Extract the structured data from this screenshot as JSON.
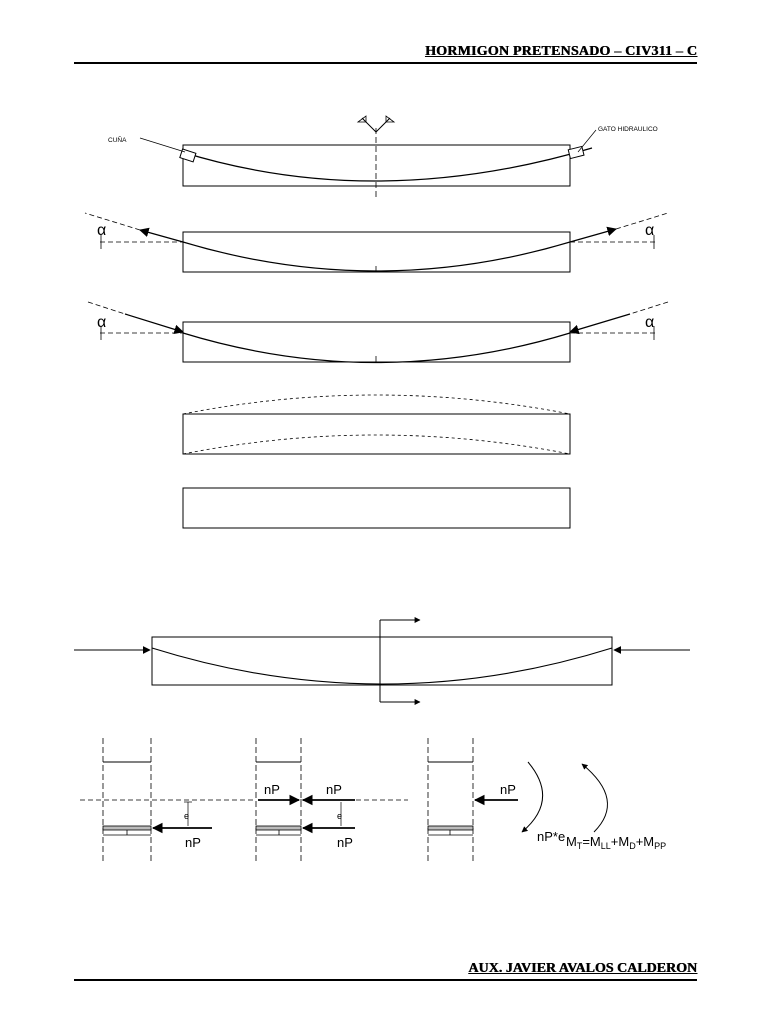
{
  "header": {
    "title": "HORMIGON PRETENSADO – CIV311 – C"
  },
  "footer": {
    "author": "AUX. JAVIER AVALOS CALDERON"
  },
  "labels": {
    "wedge": "CUÑA",
    "jack": "GATO HIDRAULICO",
    "alpha": "α",
    "np": "nP",
    "e": "e",
    "moment_np_e": "nP*e",
    "mt_prefix": "M",
    "mt_sub": "T",
    "mt_eq1": "=M",
    "mt_sub_ll": "LL",
    "mt_plus1": "+M",
    "mt_sub_d": "D",
    "mt_plus2": "+M",
    "mt_sub_pp": "PP"
  }
}
